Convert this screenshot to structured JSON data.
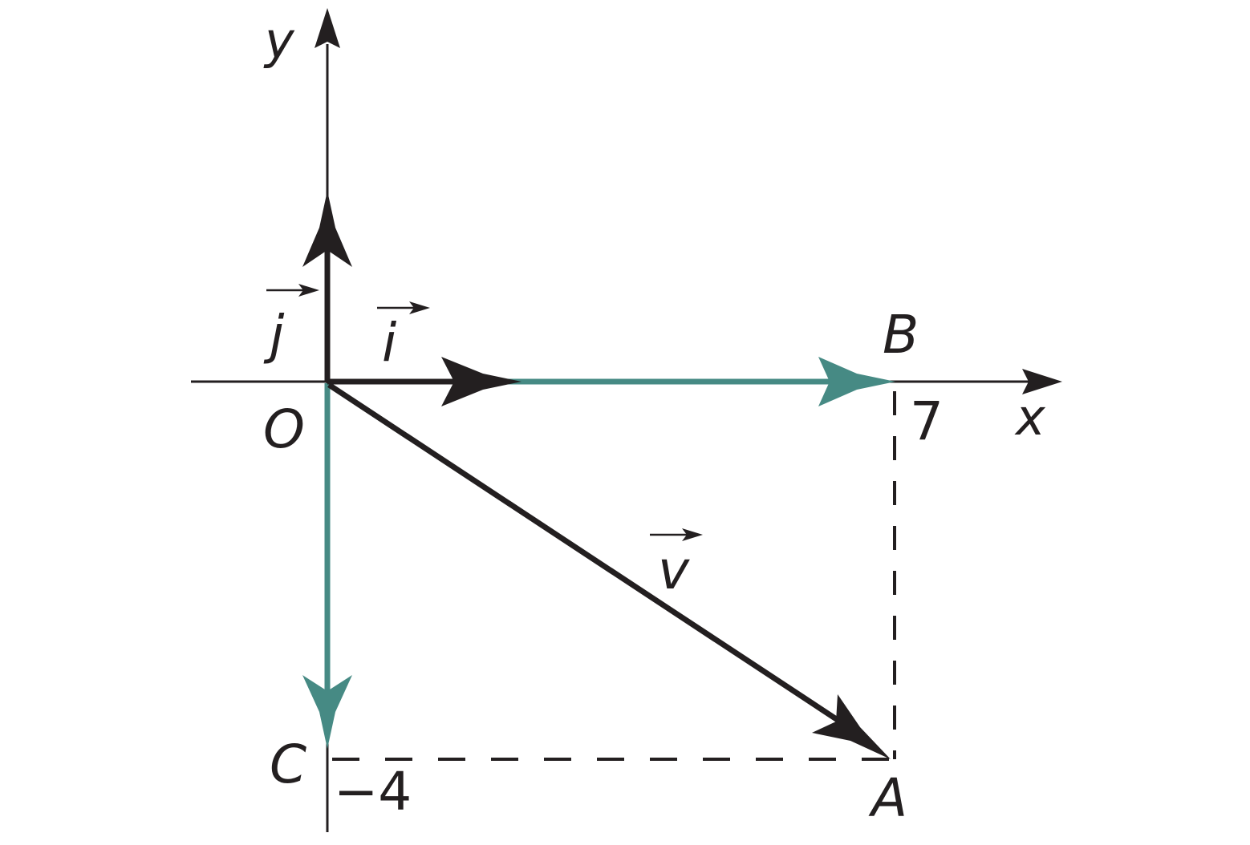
{
  "labels": {
    "y_axis": "y",
    "x_axis": "x",
    "origin": "O",
    "point_a": "A",
    "point_b": "B",
    "point_c": "C",
    "vec_i": "i",
    "vec_j": "j",
    "vec_v": "v",
    "tick_x": "7",
    "tick_y": "−4"
  },
  "colors": {
    "ink": "#231f20",
    "teal": "#468a84"
  }
}
